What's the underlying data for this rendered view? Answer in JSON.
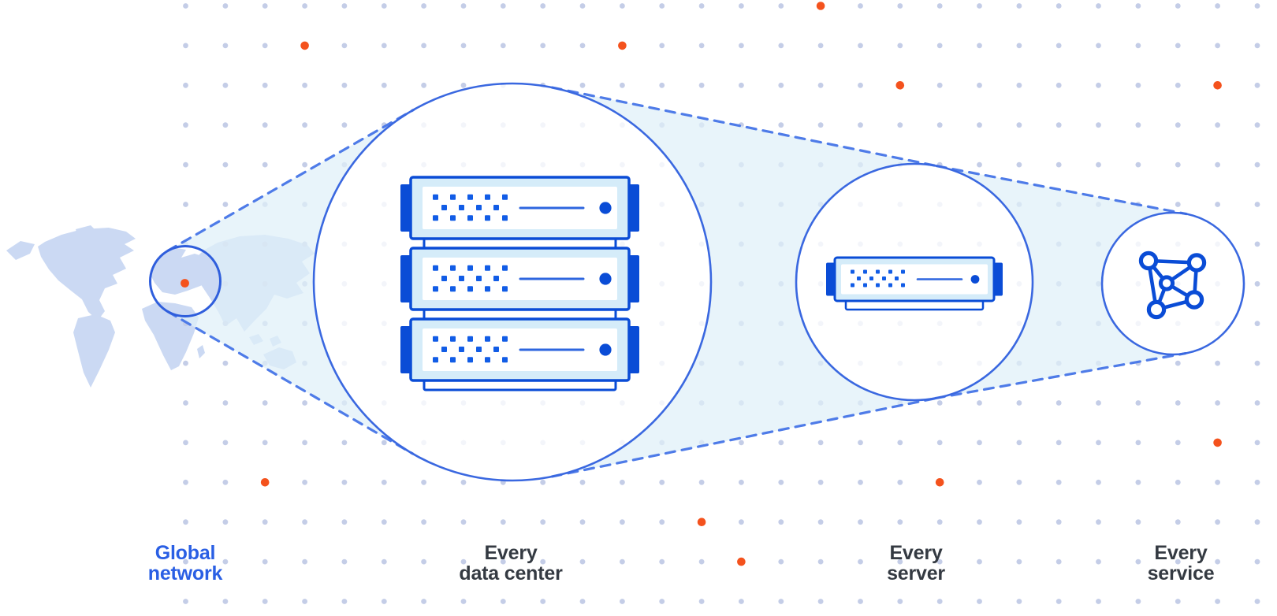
{
  "stages": [
    {
      "line1": "Global",
      "line2": "network",
      "emphasized": true,
      "icon": "world-map-marker-icon"
    },
    {
      "line1": "Every",
      "line2": "data center",
      "emphasized": false,
      "icon": "server-stack-icon"
    },
    {
      "line1": "Every",
      "line2": "server",
      "emphasized": false,
      "icon": "server-icon"
    },
    {
      "line1": "Every",
      "line2": "service",
      "emphasized": false,
      "icon": "network-mesh-icon"
    }
  ],
  "theme": {
    "background": "#FFFFFF",
    "grid_dot": "#C4CDE7",
    "accent_orange": "#F4521D",
    "beam_fill": "#DFF0F8",
    "circle_stroke": "#3A68E0",
    "map_circle_stroke": "#2F5EDC",
    "dash_stroke": "#4E7BE8",
    "server_deep_blue": "#0A4CD6",
    "server_panel_fill": "#D5ECF9",
    "server_matrix_blue": "#115CE6",
    "server_line_blue": "#2E66DF",
    "map_fill": "#CBD9F3",
    "label_dark": "#343A42",
    "label_blue": "#2A5FE4"
  },
  "decor": {
    "orange_grid_dots": [
      [
        3,
        1
      ],
      [
        11,
        1
      ],
      [
        16,
        0
      ],
      [
        18,
        2
      ],
      [
        26,
        2
      ],
      [
        26,
        11
      ],
      [
        19,
        12
      ],
      [
        2,
        12
      ],
      [
        13,
        13
      ],
      [
        14,
        14
      ]
    ]
  }
}
